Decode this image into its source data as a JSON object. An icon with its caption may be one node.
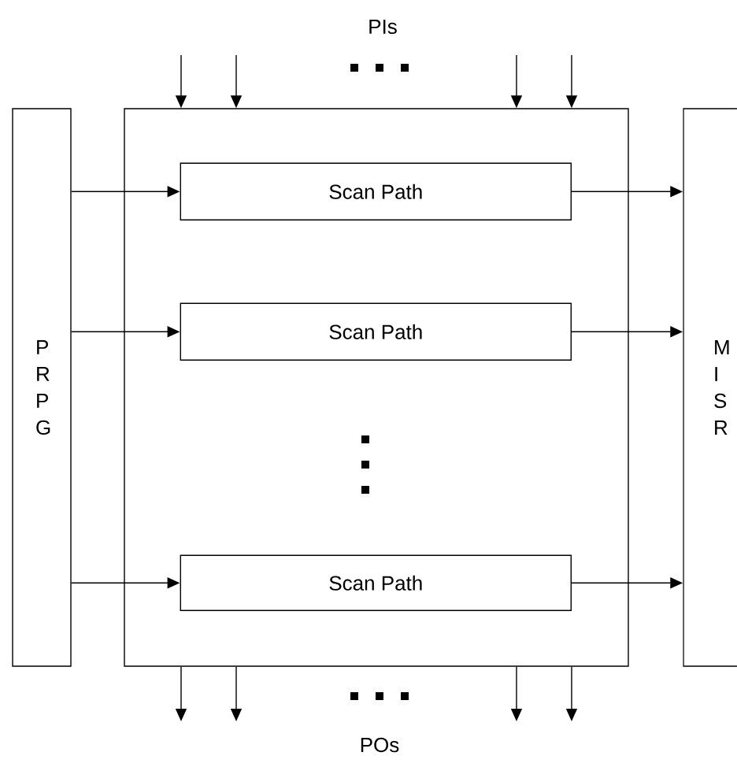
{
  "diagram": {
    "nodes": [
      {
        "text": [
          "P R P G"
        ]
      },
      {
        "text": [],
        "shape": "box"
      },
      {
        "text": [
          "Scan Path"
        ],
        "in": 1
      },
      {
        "text": [
          "Scan Path"
        ],
        "in": 1
      },
      {
        "text": [
          "Scan Path"
        ],
        "in": 1
      },
      {
        "text": [
          "M I S R"
        ]
      }
    ],
    "edges": [
      {
        "from": 0,
        "to": 2,
        "arrow": "to"
      },
      {
        "from": 0,
        "to": 3,
        "arrow": "to"
      },
      {
        "from": 0,
        "to": 4,
        "arrow": "to"
      },
      {
        "from": 2,
        "to": 5,
        "arrow": "to"
      },
      {
        "from": 3,
        "to": 5,
        "arrow": "to"
      },
      {
        "from": 4,
        "to": 5,
        "arrow": "to"
      },
      {
        "from": null,
        "to": 1,
        "arrow": "to"
      },
      {
        "from": null,
        "to": 1,
        "arrow": "to"
      },
      {
        "from": null,
        "to": 1,
        "arrow": "to"
      },
      {
        "from": null,
        "to": 1,
        "arrow": "to"
      },
      {
        "from": 1,
        "to": null,
        "arrow": "to"
      },
      {
        "from": 1,
        "to": null,
        "arrow": "to"
      },
      {
        "from": 1,
        "to": null,
        "arrow": "to"
      },
      {
        "from": 1,
        "to": null,
        "arrow": "to"
      }
    ],
    "labels": [
      "PIs",
      "POs"
    ]
  }
}
